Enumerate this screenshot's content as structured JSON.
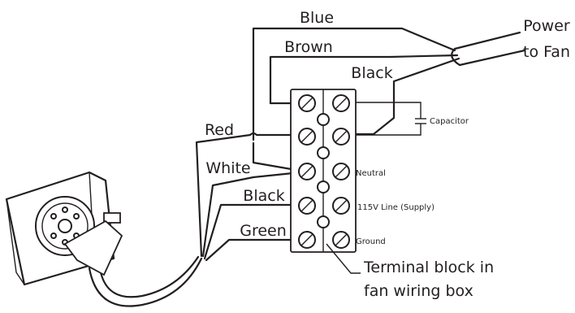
{
  "labels": {
    "wires": {
      "blue": "Blue",
      "brown": "Brown",
      "black_top": "Black",
      "red": "Red",
      "white": "White",
      "black_bottom": "Black",
      "green": "Green"
    },
    "power_line1": "Power",
    "power_line2": "to Fan",
    "capacitor": "Capacitor",
    "neutral": "Neutral",
    "supply": "115V Line (Supply)",
    "ground": "Ground",
    "terminal_line1": "Terminal block in",
    "terminal_line2": "fan wiring box"
  },
  "colors": {
    "ink": "#231f20",
    "background": "#ffffff"
  }
}
